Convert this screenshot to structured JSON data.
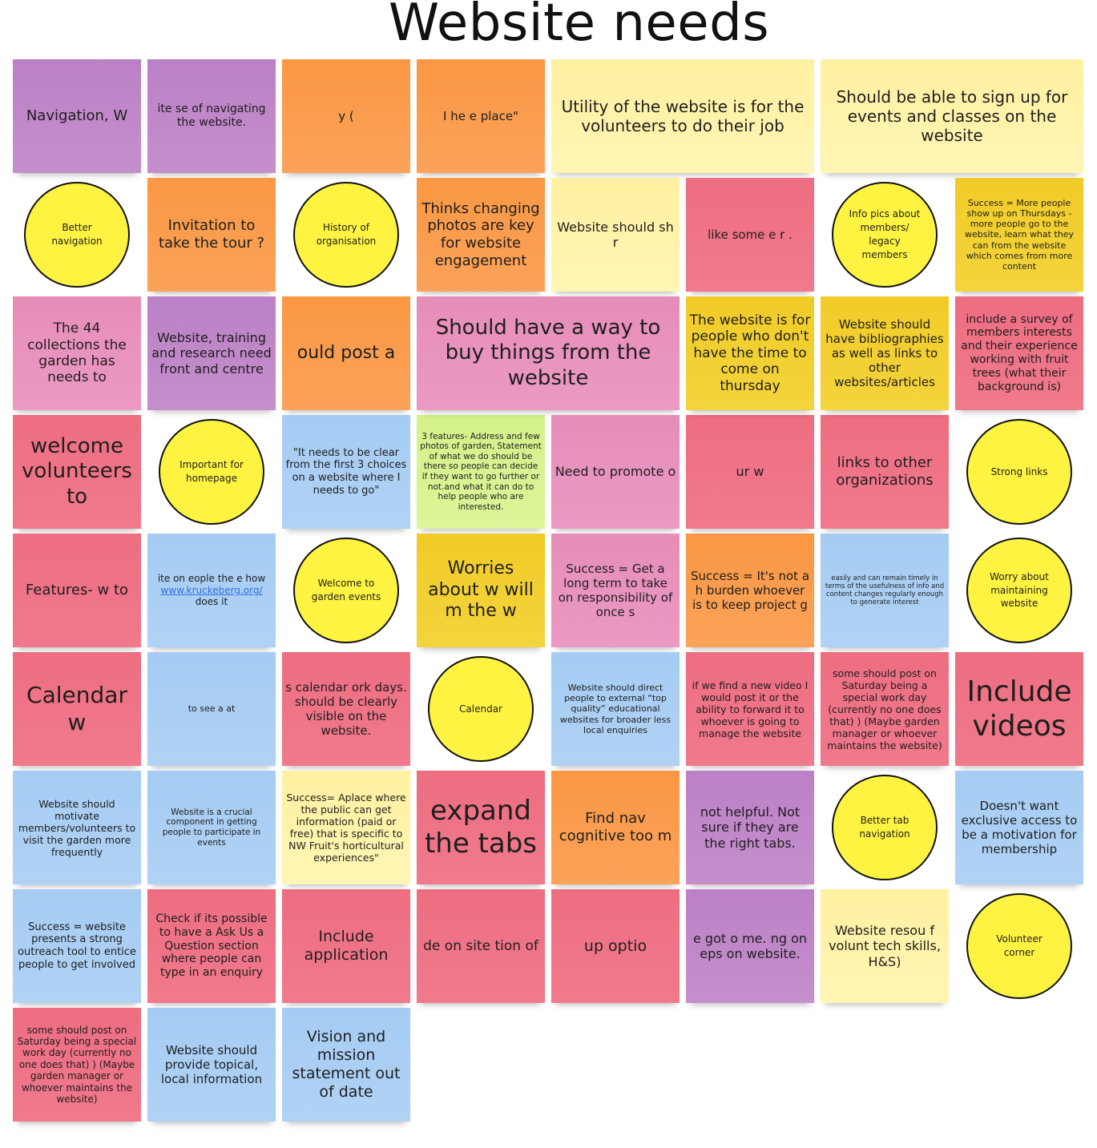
{
  "title": "Website needs",
  "notes": [
    {
      "color": "purple",
      "text": "Navigation,\n\n\nW"
    },
    {
      "color": "purple",
      "text": "ite\n\nse\nof\nnavigating the\nwebsite."
    },
    {
      "color": "orange",
      "text": "y\n\n("
    },
    {
      "color": "orange",
      "text": "I\nhe\ne\nplace\""
    },
    {
      "color": "lyellow",
      "text": "Utility of the website is for the volunteers to do their job"
    },
    {
      "color": "lyellow",
      "text": "Should be able to sign up for events and classes on the website"
    },
    {
      "color": "lyellow",
      "text": "Website should\nsh\n\n\nr"
    },
    {
      "color": "red",
      "text": "like some\n\ne\n\nr\n."
    },
    {
      "color": "yellow",
      "text": "Success =\nMore people show up on Thursdays - more people go to the website, learn what they can from the website which comes from more content"
    },
    {
      "color": "orange",
      "text": "Invitation to take the tour\n?"
    },
    {
      "color": "pink",
      "text": "The 44 collections\nthe garden has\nneeds to"
    },
    {
      "color": "purple",
      "text": "Website,\ntraining and\nresearch need\nfront and\ncentre"
    },
    {
      "color": "orange",
      "text": "ould\npost a"
    },
    {
      "color": "red",
      "text": "welcome\nvolunteers\nto"
    },
    {
      "color": "blue",
      "text": "\"It needs to be clear from the first 3 choices on a website where I needs to go\""
    },
    {
      "color": "green",
      "text": "3 features- Address    and few photos of garden, Statement of what we do should be there so people can decide if they want to go further or not.and what it can do to    help people who are interested."
    },
    {
      "color": "orange",
      "text": "Thinks changing photos are key for website engagement"
    },
    {
      "color": "pink",
      "text": "Should have a way to buy things from the website"
    },
    {
      "color": "pink",
      "text": "Need to promote\n\n\n\no"
    },
    {
      "color": "red",
      "text": "ur\n\nw"
    },
    {
      "color": "red",
      "text": "links to\nother\norganizations"
    },
    {
      "color": "yellow",
      "text": "The website is for people who don't have the time to come on thursday"
    },
    {
      "color": "yellow",
      "text": "Website should have bibliographies as well as links to other websites/articles"
    },
    {
      "color": "red",
      "text": "include    a survey of members interests and their experience working with fruit trees (what their background is)"
    },
    {
      "color": "red",
      "text": "Features-\n\nw\nto"
    },
    {
      "color": "blue",
      "text": "ite on\neople\nthe\ne how\n"
    },
    {
      "color": "yellow",
      "text": "Worries\nabout w\nwill m\nthe w"
    },
    {
      "color": "pink",
      "text": "Success =\nGet a long term\nto take on\nresponsibility of\nonce\ns"
    },
    {
      "color": "orange",
      "text": "Success =\nIt's not a h\nburden\nwhoever is\nto keep\nproject g"
    },
    {
      "color": "blue",
      "text": "easily\nand can\nremain timely in terms of the usefulness of info and content changes regularly enough to generate interest"
    },
    {
      "color": "red",
      "text": "Calendar\n\nw\n\n\n"
    },
    {
      "color": "blue",
      "text": "to see a\nat\n\n\n\n"
    },
    {
      "color": "red",
      "text": "s calendar\nork days.\nshould be clearly visible on the website."
    },
    {
      "color": "blue",
      "text": "Website should direct people to external “top quality” educational websites for broader less local enquiries"
    },
    {
      "color": "red",
      "text": "if we find a new video I would post it or the ability to forward it to whoever is going to manage the website"
    },
    {
      "color": "red",
      "text": "some should post on Saturday being a special work day (currently no one does that) ) (Maybe garden manager or whoever maintains the website)"
    },
    {
      "color": "red",
      "text": "Include videos"
    },
    {
      "color": "blue",
      "text": "Website should motivate members/volunteers to visit the garden more frequently"
    },
    {
      "color": "blue",
      "text": "Website is a crucial component in getting people to participate in events"
    },
    {
      "color": "lyellow",
      "text": "Success=\nAplace where the public can get information (paid or free) that is specific to NW Fruit's horticultural experiences\""
    },
    {
      "color": "red",
      "text": "expand\nthe tabs\n\n"
    },
    {
      "color": "orange",
      "text": "Find\nnav\ncognitive\ntoo m"
    },
    {
      "color": "purple",
      "text": "not\nhelpful. Not\nsure if they are\nthe right tabs."
    },
    {
      "color": "blue",
      "text": "Doesn't want exclusive access to be a motivation for membership"
    },
    {
      "color": "blue",
      "text": "Success = website presents a strong outreach tool to entice people to get involved"
    },
    {
      "color": "red",
      "text": "Check if its possible to have a Ask Us a Question section where people can type in an enquiry"
    },
    {
      "color": "red",
      "text": "Include\napplication\n\n\n\n\n"
    },
    {
      "color": "red",
      "text": "de on\nsite\ntion of\n\n\n"
    },
    {
      "color": "red",
      "text": "\n\n\n\n\nup optio"
    },
    {
      "color": "purple",
      "text": "e got\no me.\nng on\neps on\nwebsite."
    },
    {
      "color": "lyellow",
      "text": "Website\nresou\nf\nvolunt\ntech skills, H&S)"
    },
    {
      "color": "red",
      "text": "some should post on Saturday being a special work day (currently no one does that) ) (Maybe garden manager or whoever maintains the website)"
    },
    {
      "color": "blue",
      "text": "Website should provide topical, local information"
    },
    {
      "color": "blue",
      "text": "Vision and mission statement out of date"
    }
  ],
  "link_text": "www.kruckeberg.org/",
  "link_suffix": " does it",
  "clusters": [
    "Better\nnavigation",
    "History of\norganisation",
    "Info pics about\nmembers/\nlegacy\nmembers",
    "Important for\nhomepage",
    "Strong links",
    "Welcome to\ngarden events",
    "Worry about\nmaintaining\nwebsite",
    "Calendar",
    "Better tab\nnavigation",
    "Volunteer\ncorner"
  ],
  "colors": {
    "circle": "#fff342",
    "purple": "#bb80c6",
    "orange": "#fa9743",
    "light_yellow": "#fff1a1",
    "yellow": "#f1cb27",
    "pink": "#e68db8",
    "red": "#ee6d81",
    "blue": "#a6ccf3",
    "green": "#d4f189"
  }
}
